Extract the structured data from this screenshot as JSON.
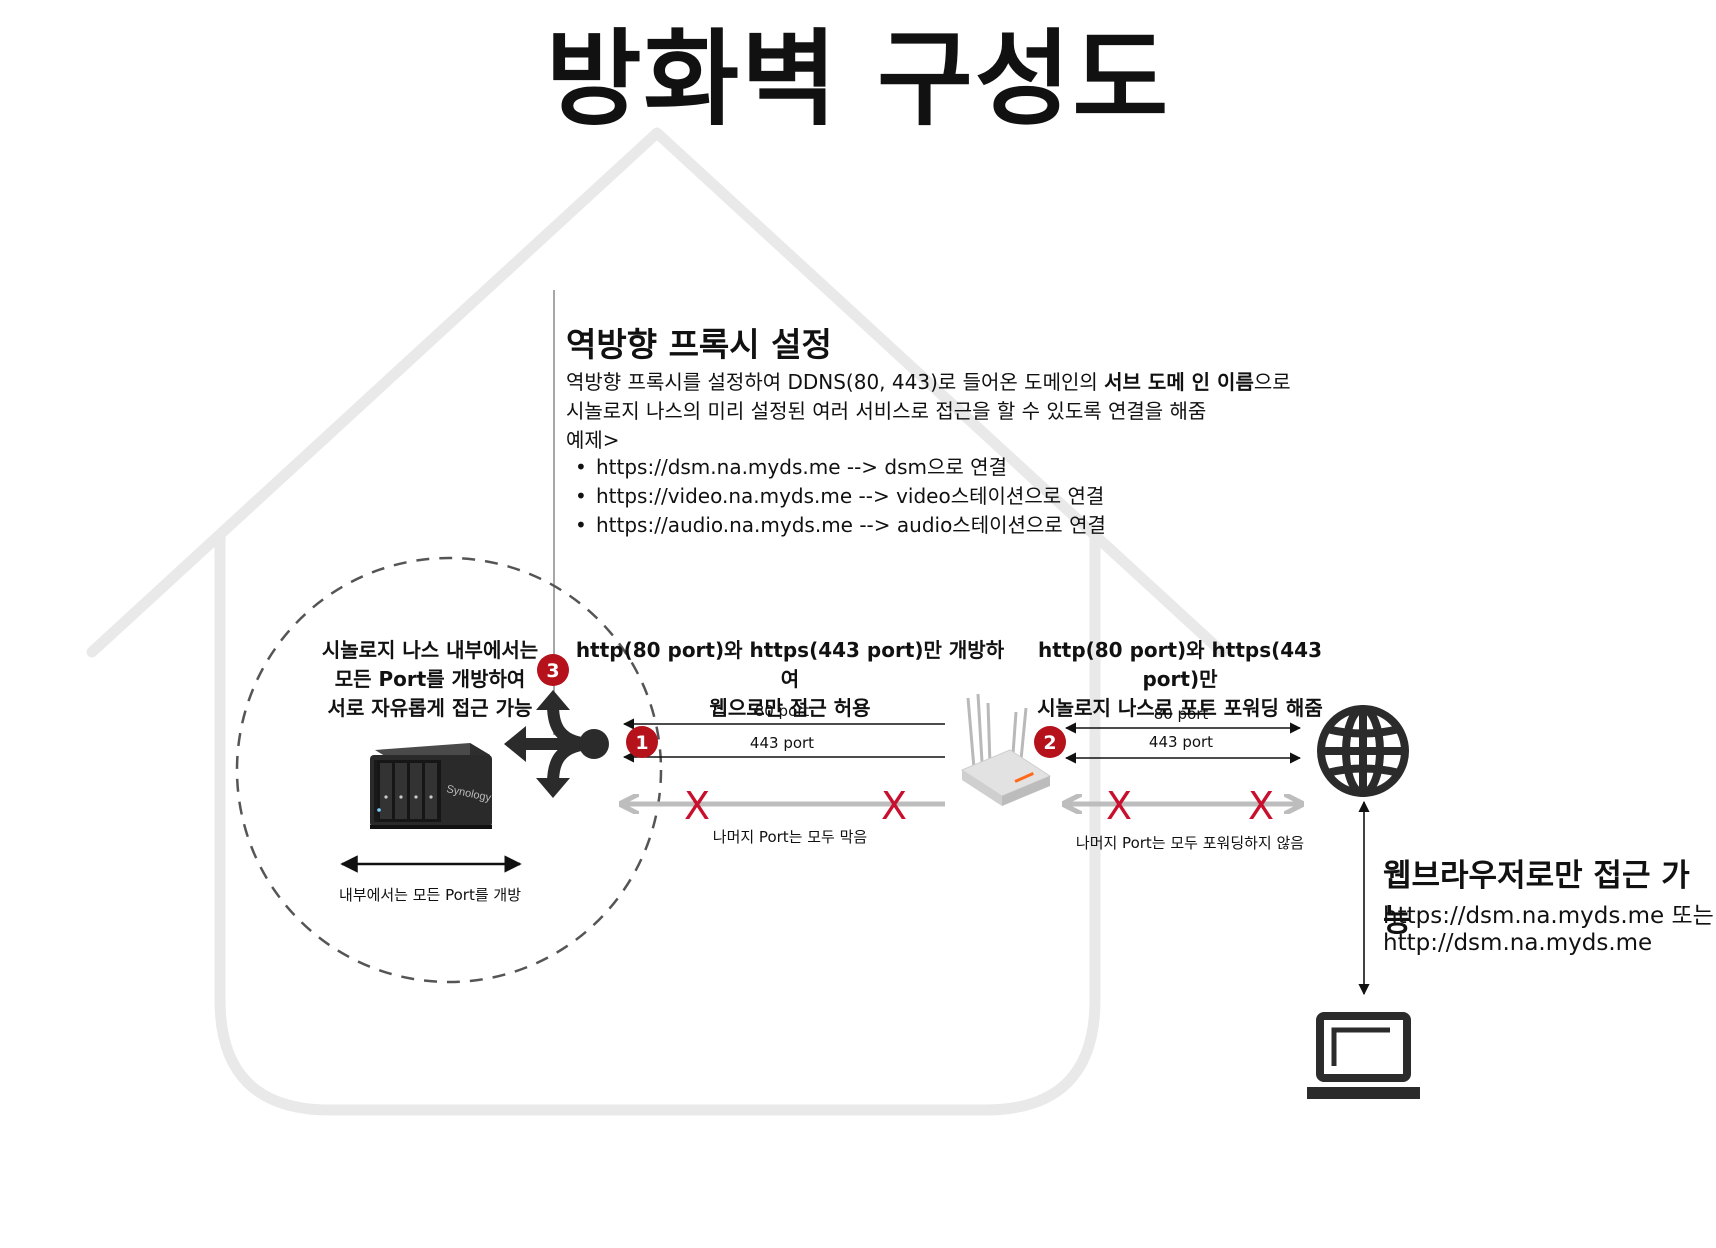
{
  "title": "방화벽 구성도",
  "proxy": {
    "heading": "역방향 프록시 설정",
    "desc_line1_part1": "역방향 프록시를 설정하여  DDNS(80, 443)로 들어온  도메인의 ",
    "desc_line1_bold": "서브 도메 인 이름",
    "desc_line1_part2": "으로",
    "desc_line2": "시놀로지 나스의 미리 설정된 여러 서비스로 접근을 할 수 있도록 연결을 해줌",
    "desc_line3": "예제>",
    "examples": [
      "https://dsm.na.myds.me --> dsm으로 연결",
      "https://video.na.myds.me --> video스테이션으로 연결",
      "https://audio.na.myds.me --> audio스테이션으로 연결"
    ]
  },
  "nas": {
    "internal_label_line1": "시놀로지 나스 내부에서는",
    "internal_label_line2": "모든 Port를 개방하여",
    "internal_label_line3": "서로 자유롭게 접근 가능",
    "brand": "Synology",
    "open_all_label": "내부에서는 모든 Port를 개방"
  },
  "firewall": {
    "label_line1": "http(80 port)와 https(443 port)만 개방하여",
    "label_line2": "웹으로만 접근 허용",
    "port_80": "80 port",
    "port_443": "443 port",
    "blocked_label": "나머지 Port는 모두 막음"
  },
  "router": {
    "label_line1": "http(80 port)와 https(443 port)만",
    "label_line2": "시놀로지 나스로 포트 포워딩 해줌",
    "port_80": "80 port",
    "port_443": "443 port",
    "blocked_label": "나머지 Port는 모두 포워딩하지 않음"
  },
  "badges": {
    "one": "1",
    "two": "2",
    "three": "3"
  },
  "blocked_mark": "X",
  "access": {
    "title": "웹브라우저로만 접근 가능",
    "url1": "https://dsm.na.myds.me 또는",
    "url2": "http://dsm.na.myds.me"
  },
  "colors": {
    "house_outline": "#e9e9e9",
    "badge": "#b5121b",
    "blocked_x": "#c8102e",
    "blocked_arrow": "#bdbdbd",
    "dashed_circle": "#555555",
    "icon_dark": "#2b2b2b"
  }
}
